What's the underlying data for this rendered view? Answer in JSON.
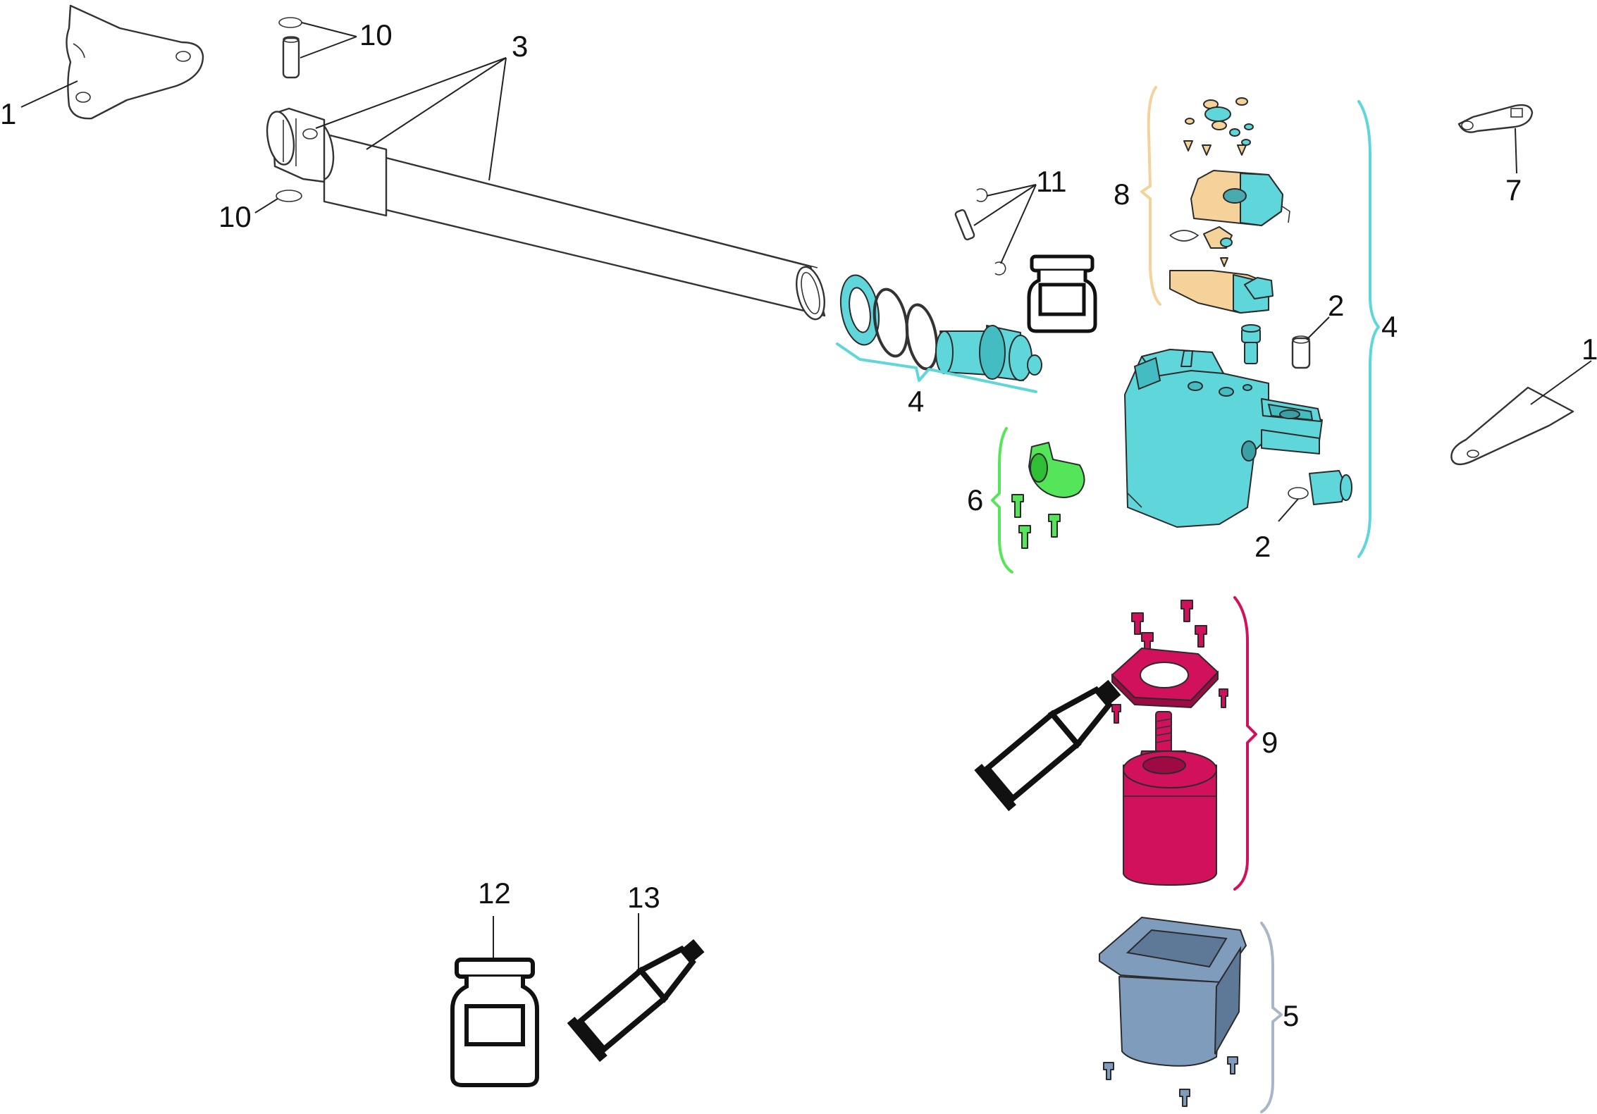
{
  "colors": {
    "gearbox": "#5fd6d9",
    "limit_switch": "#f4d29a",
    "release": "#55e55a",
    "motor": "#d2115c",
    "cover": "#7f9cbd"
  },
  "labels": {
    "bracket_left": "1",
    "bracket_right": "1",
    "bush_top": "2",
    "bush_bottom": "2",
    "screw_tube": "3",
    "gear_set": "4",
    "gearbox_group": "4",
    "cover": "5",
    "release_kit": "6",
    "release_lever": "7",
    "limit_switch_kit": "8",
    "motor_kit": "9",
    "pin_top": "10",
    "pin_bottom": "10",
    "clips_pins": "11",
    "grease_jar": "12",
    "sealant_tube": "13"
  }
}
